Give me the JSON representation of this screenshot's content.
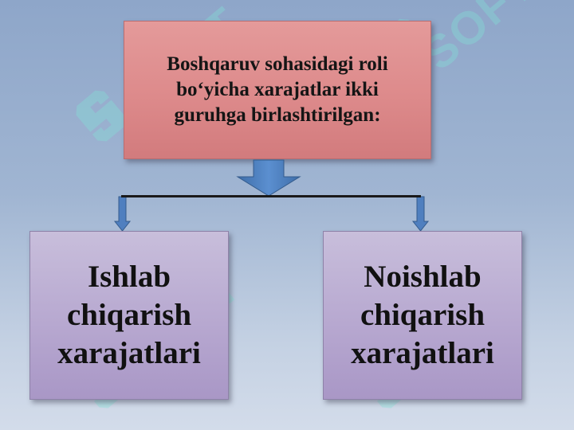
{
  "diagram": {
    "root": {
      "lines": [
        "Boshqaruv sohasidagi roli",
        "bo‘yicha xarajatlar ikki",
        "guruhga birlashtirilgan:"
      ]
    },
    "children": [
      {
        "lines": [
          "Ishlab",
          "chiqarish",
          "xarajatlari"
        ]
      },
      {
        "lines": [
          "Noishlab",
          "chiqarish",
          "xarajatlari"
        ]
      }
    ]
  },
  "watermark": {
    "text": "SOFT"
  },
  "colors": {
    "root_fill": "#dd8a8b",
    "child_fill": "#b7a8d0",
    "arrow_fill": "#4f7fbf",
    "watermark": "#82e6d7"
  }
}
